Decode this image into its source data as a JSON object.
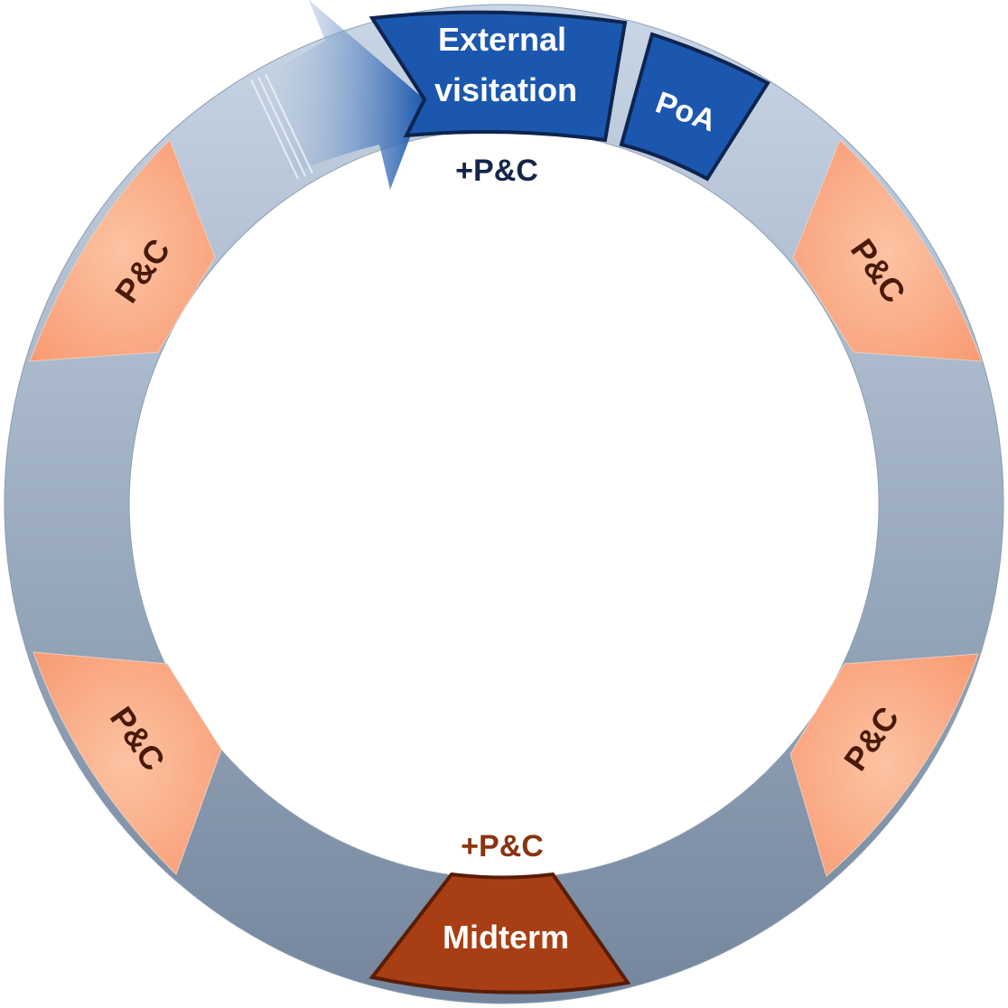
{
  "diagram": {
    "segments": {
      "external_visitation_line1": "External",
      "external_visitation_line2": "visitation",
      "poa": "PoA",
      "pc_upper_left": "P&C",
      "pc_upper_right": "P&C",
      "pc_lower_left": "P&C",
      "pc_lower_right": "P&C",
      "midterm": "Midterm"
    },
    "annotations": {
      "top_plus": "+P&C",
      "bottom_plus": "+P&C"
    }
  },
  "colors": {
    "ring_light": "#c3d2e2",
    "ring_dark": "#7a8ca3",
    "pc_fill": "#fbb08e",
    "pc_text": "#4a1a08",
    "blue_fill": "#1b57ae",
    "blue_border": "#0e2450",
    "midterm_fill": "#a83f14",
    "midterm_border": "#5a1c06",
    "top_plus_text": "#14254a",
    "bottom_plus_text": "#8a3410"
  }
}
